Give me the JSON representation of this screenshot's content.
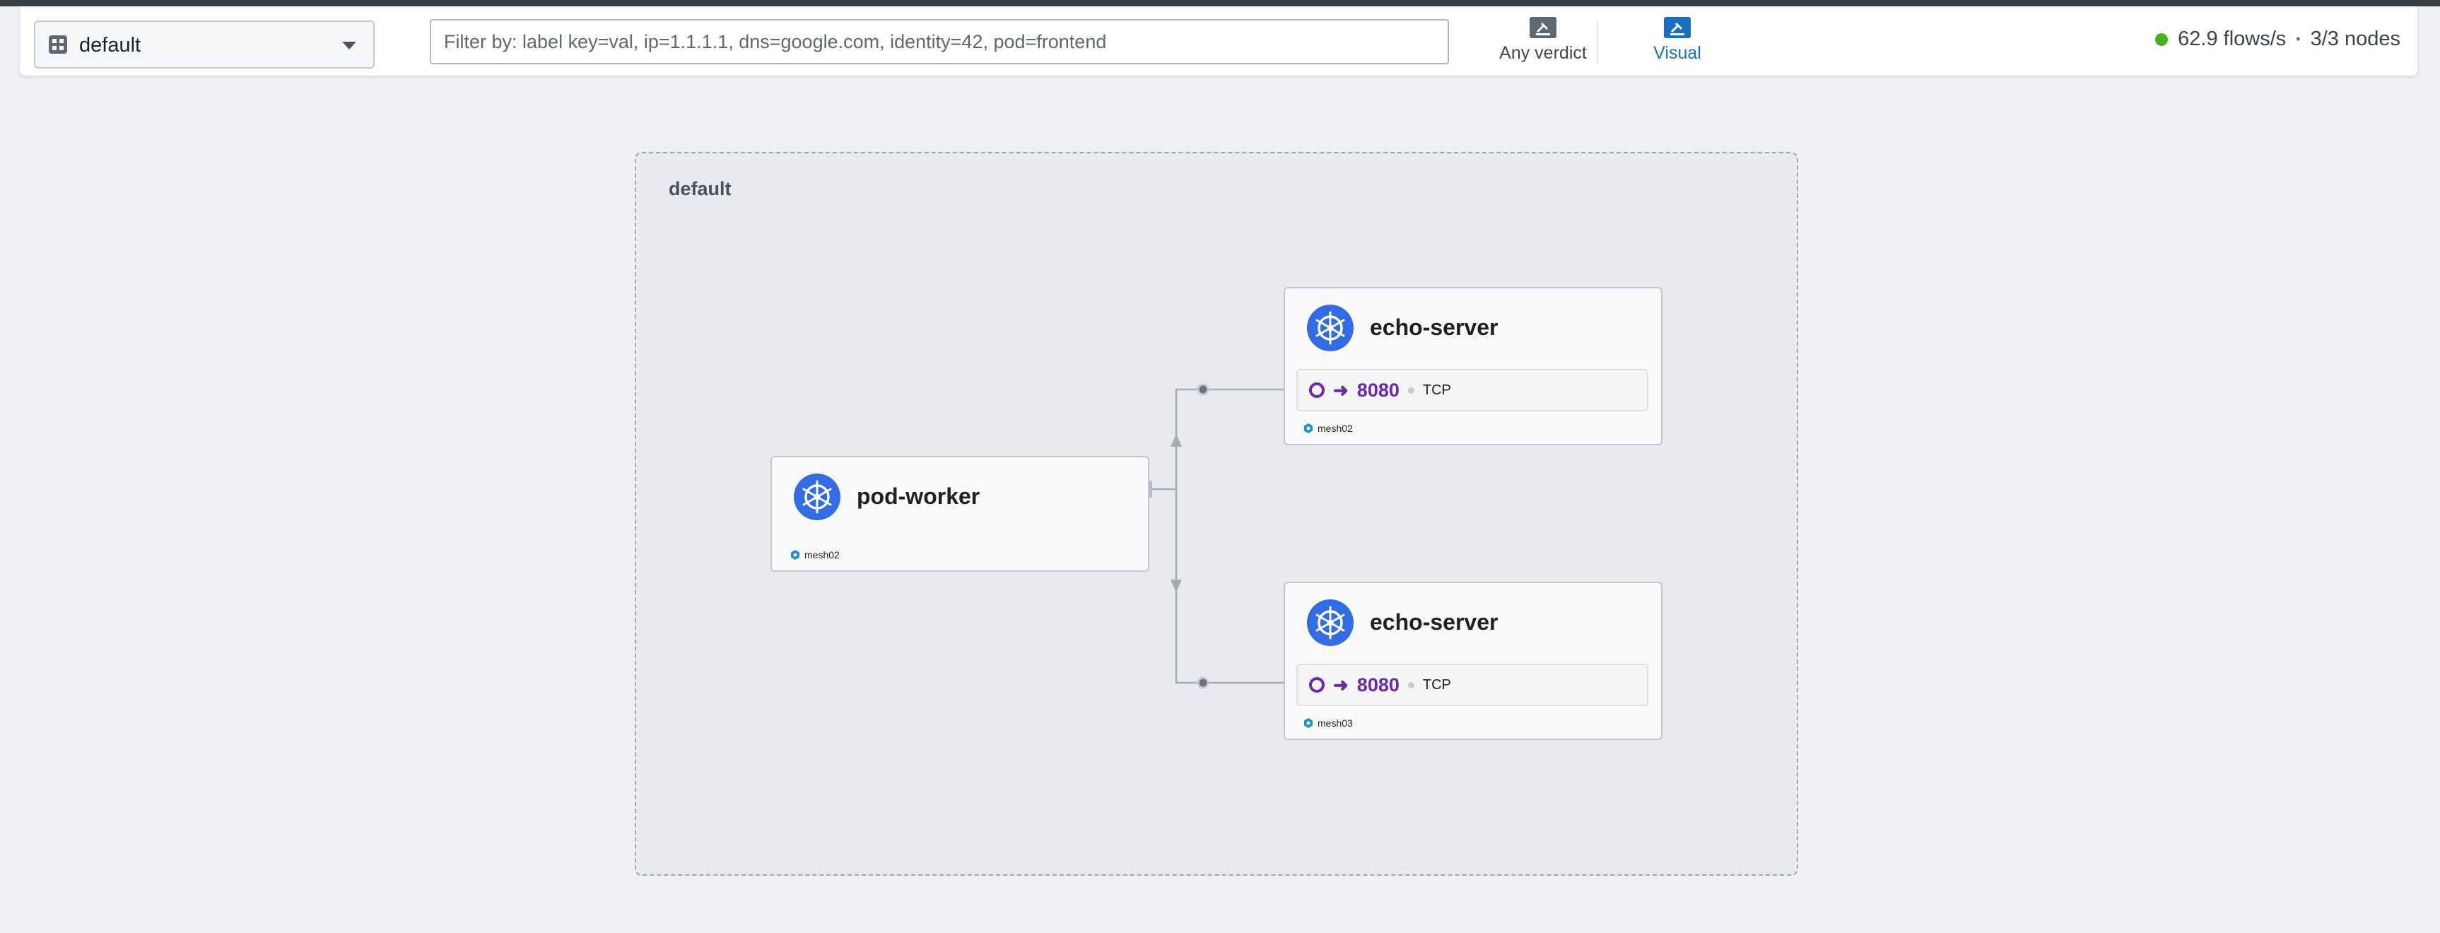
{
  "toolbar": {
    "namespace": {
      "value": "default"
    },
    "filter": {
      "placeholder": "Filter by: label key=val, ip=1.1.1.1, dns=google.com, identity=42, pod=frontend",
      "value": ""
    },
    "verdict_button": {
      "label": "Any verdict"
    },
    "visual_button": {
      "label": "Visual"
    },
    "status": {
      "flows": "62.9 flows/s",
      "separator": "•",
      "nodes": "3/3 nodes",
      "indicator_color": "#47b21c"
    }
  },
  "namespace_box": {
    "label": "default"
  },
  "services": [
    {
      "name": "pod-worker",
      "cluster": "mesh02"
    },
    {
      "name": "echo-server",
      "port_arrow": "➜",
      "port": "8080",
      "protocol": "TCP",
      "cluster": "mesh02"
    },
    {
      "name": "echo-server",
      "port_arrow": "➜",
      "port": "8080",
      "protocol": "TCP",
      "cluster": "mesh03"
    }
  ],
  "colors": {
    "accent": "#1a6fc0",
    "k8s_blue": "#326ce5",
    "port_purple": "#6b2aa8"
  }
}
